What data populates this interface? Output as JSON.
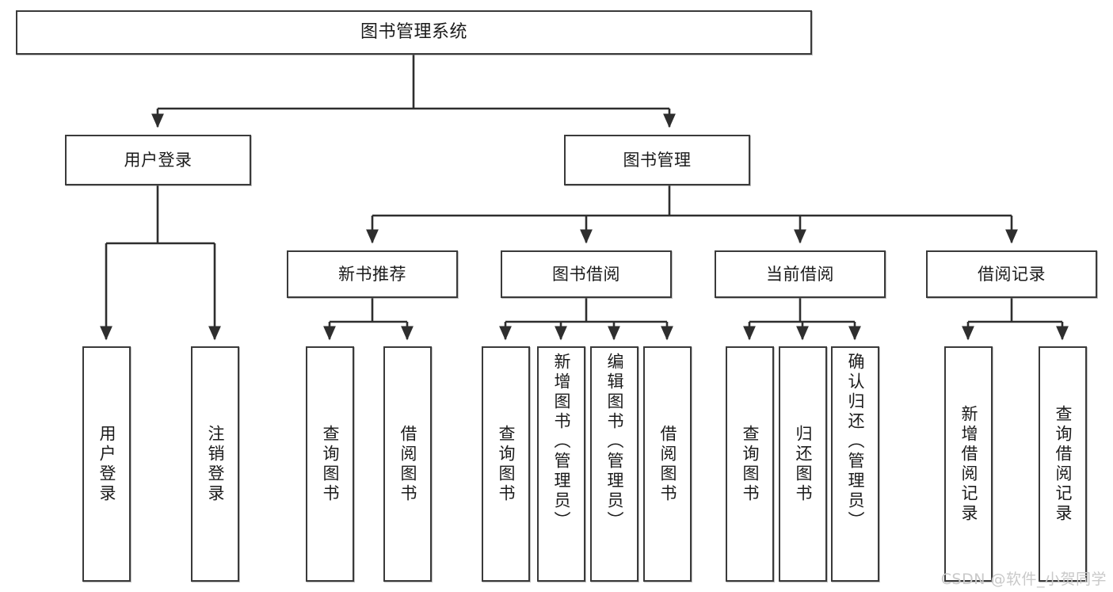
{
  "diagram": {
    "title": "图书管理系统",
    "root": {
      "label": "图书管理系统"
    },
    "level1": [
      {
        "label": "用户登录"
      },
      {
        "label": "图书管理"
      }
    ],
    "level2": [
      {
        "label": "新书推荐"
      },
      {
        "label": "图书借阅"
      },
      {
        "label": "当前借阅"
      },
      {
        "label": "借阅记录"
      }
    ],
    "leaves": {
      "user_login": [
        {
          "label": "用户登录"
        },
        {
          "label": "注销登录"
        }
      ],
      "new_book": [
        {
          "label": "查询图书"
        },
        {
          "label": "借阅图书"
        }
      ],
      "borrow": [
        {
          "label": "查询图书"
        },
        {
          "label": "新增图书（管理员）"
        },
        {
          "label": "编辑图书（管理员）"
        },
        {
          "label": "借阅图书"
        }
      ],
      "current": [
        {
          "label": "查询图书"
        },
        {
          "label": "归还图书"
        },
        {
          "label": "确认归还（管理员）"
        }
      ],
      "records": [
        {
          "label": "新增借阅记录"
        },
        {
          "label": "查询借阅记录"
        }
      ]
    }
  },
  "watermark": {
    "text": "CSDN @软件_小贺同学"
  },
  "colors": {
    "border": "#3a3a3a",
    "text": "#1b1b1b",
    "background": "#ffffff",
    "watermark": "#c9c9c9"
  }
}
